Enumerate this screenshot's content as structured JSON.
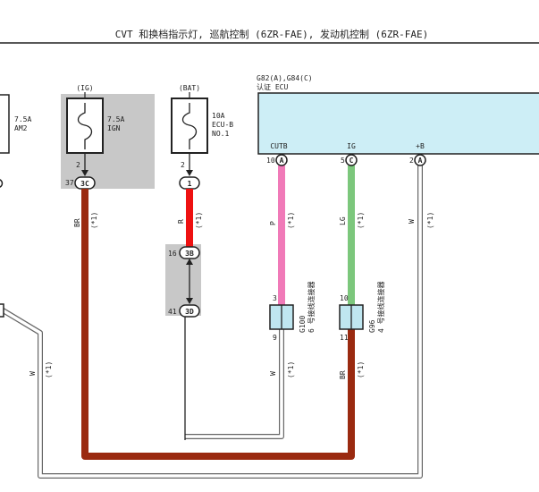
{
  "title": "CVT 和换档指示灯, 巡航控制 (6ZR-FAE), 发动机控制 (6ZR-FAE)",
  "fuses": {
    "am2": {
      "rating": "7.5A",
      "name": "AM2"
    },
    "ign": {
      "supply": "(IG)",
      "rating": "7.5A",
      "name": "IGN",
      "pin": "2",
      "jpin": "37",
      "jconn": "3C"
    },
    "ecub": {
      "supply": "(BAT)",
      "rating": "10A",
      "name": "ECU-B",
      "no": "NO.1",
      "pin": "2",
      "jconn": "1"
    }
  },
  "junction_3b": {
    "pin": "16",
    "conn": "3B"
  },
  "junction_3d": {
    "pin": "41",
    "conn": "3D"
  },
  "ecu": {
    "ref": "G82(A),G84(C)",
    "name": "认证 ECU",
    "terminals": [
      {
        "label": "CUTB",
        "pin": "10",
        "conn": "A"
      },
      {
        "label": "IG",
        "pin": "5",
        "conn": "C"
      },
      {
        "label": "+B",
        "pin": "2",
        "conn": "A"
      }
    ]
  },
  "connectors": {
    "g100": {
      "id": "G100",
      "name": "6 号接线连接器",
      "top_pin": "3",
      "bottom_pin": "9"
    },
    "g96": {
      "id": "G96",
      "name": "4 号接线连接器",
      "top_pin": "10",
      "bottom_pin": "11"
    }
  },
  "wires": {
    "br_left": {
      "color_code": "BR",
      "mark": "(*1)"
    },
    "r": {
      "color_code": "R",
      "mark": "(*1)"
    },
    "p": {
      "color_code": "P",
      "mark": "(*1)"
    },
    "lg": {
      "color_code": "LG",
      "mark": "(*1)"
    },
    "w_right": {
      "color_code": "W",
      "mark": "(*1)"
    },
    "w_g100": {
      "color_code": "W",
      "mark": "(*1)"
    },
    "br_g96": {
      "color_code": "BR",
      "mark": "(*1)"
    },
    "w_left": {
      "color_code": "W",
      "mark": "(*1)"
    }
  },
  "colors": {
    "br": "#9a2a10",
    "r": "#ee1111",
    "p": "#f07ab8",
    "lg": "#7cc77c",
    "w": "#ffffff",
    "ecu_fill": "#cdeef6",
    "connector_fill": "#bfe6f0",
    "shade": "#c8c8c8"
  }
}
